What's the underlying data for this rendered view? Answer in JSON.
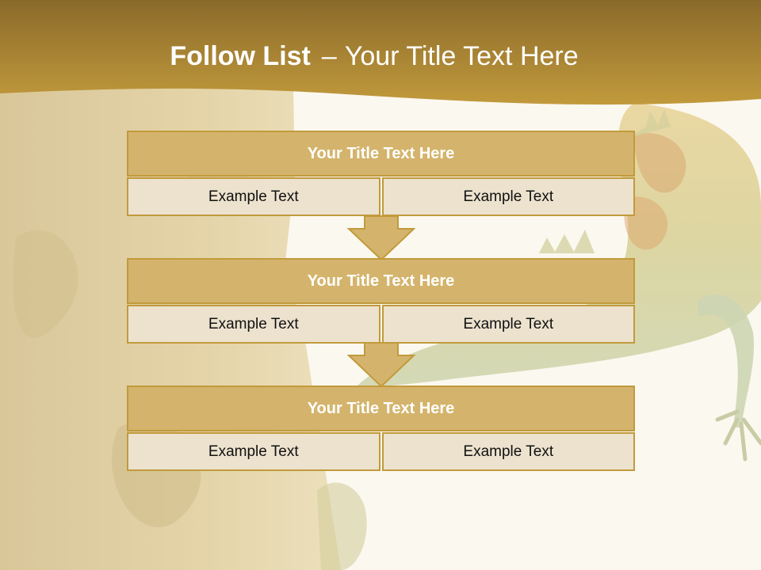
{
  "slide": {
    "title_bold": "Follow List",
    "title_dash": "–",
    "title_rest": "Your Title Text Here"
  },
  "blocks": [
    {
      "title": "Your Title Text Here",
      "cells": [
        "Example Text",
        "Example Text"
      ]
    },
    {
      "title": "Your Title Text Here",
      "cells": [
        "Example Text",
        "Example Text"
      ]
    },
    {
      "title": "Your Title Text Here",
      "cells": [
        "Example Text",
        "Example Text"
      ]
    }
  ],
  "colors": {
    "title_band": "#a8862e",
    "header_fill": "#d4b46c",
    "cell_fill": "#ece2ce",
    "border": "#c29a3c"
  }
}
